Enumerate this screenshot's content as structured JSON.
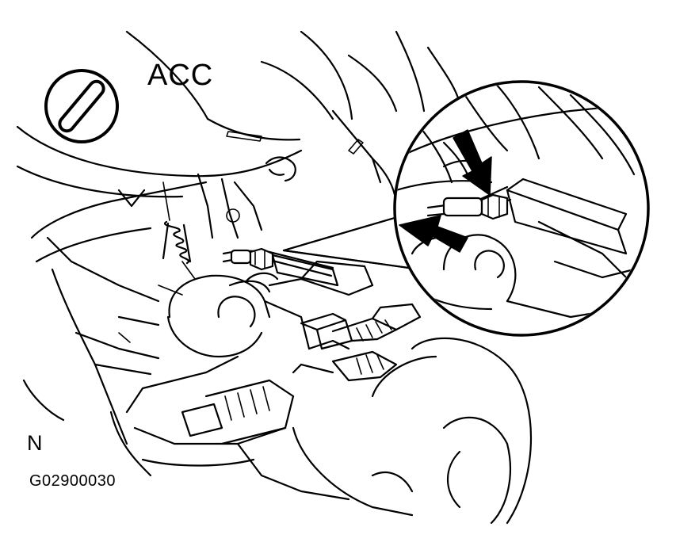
{
  "figure": {
    "position_label": "ACC",
    "orientation_label": "N",
    "figure_code": "G02900030",
    "icons": [
      "ignition-key-position-icon",
      "push-direction-arrow-icon",
      "push-direction-arrow-icon"
    ]
  }
}
